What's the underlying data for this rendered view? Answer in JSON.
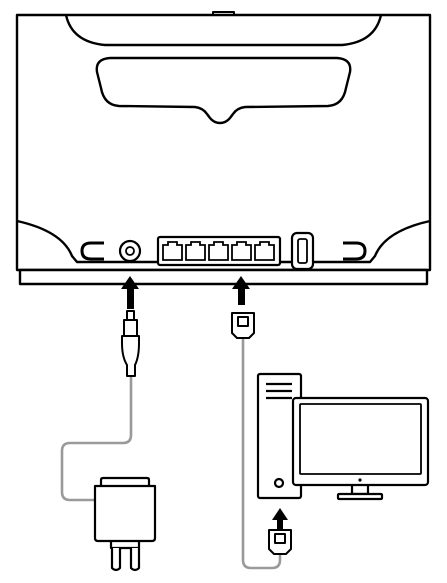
{
  "diagram": {
    "style": {
      "line_color": "#000000",
      "fill_color": "#ffffff",
      "cable_color": "#9a9a9a"
    },
    "router": {
      "front_ports": [
        {
          "icon": "dc-power-jack-icon"
        },
        {
          "icon": "ethernet-port-icon"
        },
        {
          "icon": "ethernet-port-icon"
        },
        {
          "icon": "ethernet-port-icon"
        },
        {
          "icon": "ethernet-port-icon"
        },
        {
          "icon": "ethernet-port-icon"
        },
        {
          "icon": "usb-port-icon"
        }
      ]
    },
    "connections": [
      {
        "from": "power-adapter",
        "to": "dc-power-jack",
        "cable": "dc-barrel-plug"
      },
      {
        "from": "desktop-computer",
        "to": "ethernet-port",
        "cable": "rj45-ethernet-cable"
      }
    ],
    "devices": [
      {
        "icon": "power-adapter-icon"
      },
      {
        "icon": "desktop-computer-icon"
      },
      {
        "icon": "monitor-icon"
      }
    ]
  }
}
